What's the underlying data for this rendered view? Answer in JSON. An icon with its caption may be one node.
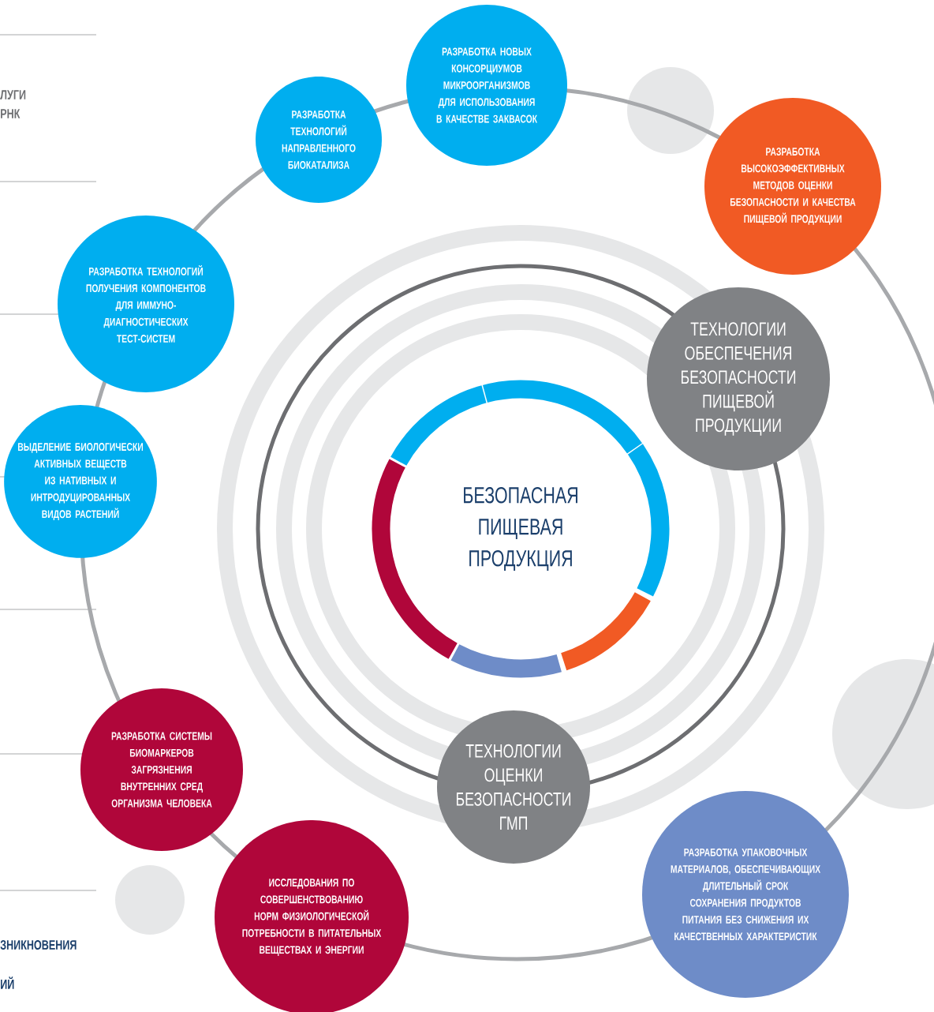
{
  "diagram": {
    "nodes": [
      {
        "text": [
          "БЕЗОПАСНАЯ ПИЩЕВАЯ ПРОДУКЦИЯ"
        ]
      },
      {
        "text": [
          "РАЗРАБОТКА НОВЫХ КОНСОРЦИУМОВ МИКРООРГАНИЗМОВ ДЛЯ ИСПОЛЬЗОВАНИЯ В КАЧЕСТВЕ ЗАКВАСОК"
        ]
      },
      {
        "text": [
          "РАЗРАБОТКА ТЕХНОЛОГИЙ НАПРАВЛЕННОГО БИОКАТАЛИЗА"
        ]
      },
      {
        "text": [
          "РАЗРАБОТКА ВЫСОКОЭФФЕКТИВНЫХ МЕТОДОВ ОЦЕНКИ БЕЗОПАСНОСТИ И КАЧЕСТВА ПИЩЕВОЙ ПРОДУКЦИИ"
        ]
      },
      {
        "text": [
          "РАЗРАБОТКА ТЕХНОЛОГИЙ ПОЛУЧЕНИЯ КОМПОНЕНТОВ ДЛЯ ИММУНО-ДИАГНОСТИЧЕСКИХ ТЕСТ-СИСТЕМ"
        ]
      },
      {
        "text": [
          "ТЕХНОЛОГИИ ОБЕСПЕЧЕНИЯ БЕЗОПАСНОСТИ ПИЩЕВОЙ ПРОДУКЦИИ"
        ]
      },
      {
        "text": [
          "ВЫДЕЛЕНИЕ БИОЛОГИЧЕСКИ АКТИВНЫХ ВЕЩЕСТВ ИЗ НАТИВНЫХ И ИНТРОДУЦИРОВАННЫХ ВИДОВ РАСТЕНИЙ"
        ]
      },
      {
        "text": [
          "РАЗРАБОТКА СИСТЕМЫ БИОМАРКЕРОВ ЗАГРЯЗНЕНИЯ ВНУТРЕННИХ СРЕД ОРГАНИЗМА ЧЕЛОВЕКА"
        ]
      },
      {
        "text": [
          "ТЕХНОЛОГИИ ОЦЕНКИ БЕЗОПАСНОСТИ ГМП"
        ]
      },
      {
        "text": [
          "РАЗРАБОТКА УПАКОВОЧНЫХ МАТЕРИАЛОВ, ОБЕСПЕЧИВАЮЩИХ ДЛИТЕЛЬНЫЙ СРОК СОХРАНЕНИЯ ПРОДУКТОВ ПИТАНИЯ БЕЗ СНИЖЕНИЯ ИХ КАЧЕСТВЕННЫХ ХАРАКТЕРИСТИК"
        ]
      },
      {
        "text": [
          "ИССЛЕДОВАНИЯ ПО СОВЕРШЕНСТВОВАНИЮ НОРМ ФИЗИОЛОГИЧЕСКОЙ ПОТРЕБНОСТИ В ПИТАТЕЛЬНЫХ ВЕЩЕСТВАХ И ЭНЕРГИИ"
        ]
      }
    ],
    "labels": [
      "ЛУГИ РНК",
      "ЗНИКНОВЕНИЯ",
      "ИЙ"
    ]
  }
}
